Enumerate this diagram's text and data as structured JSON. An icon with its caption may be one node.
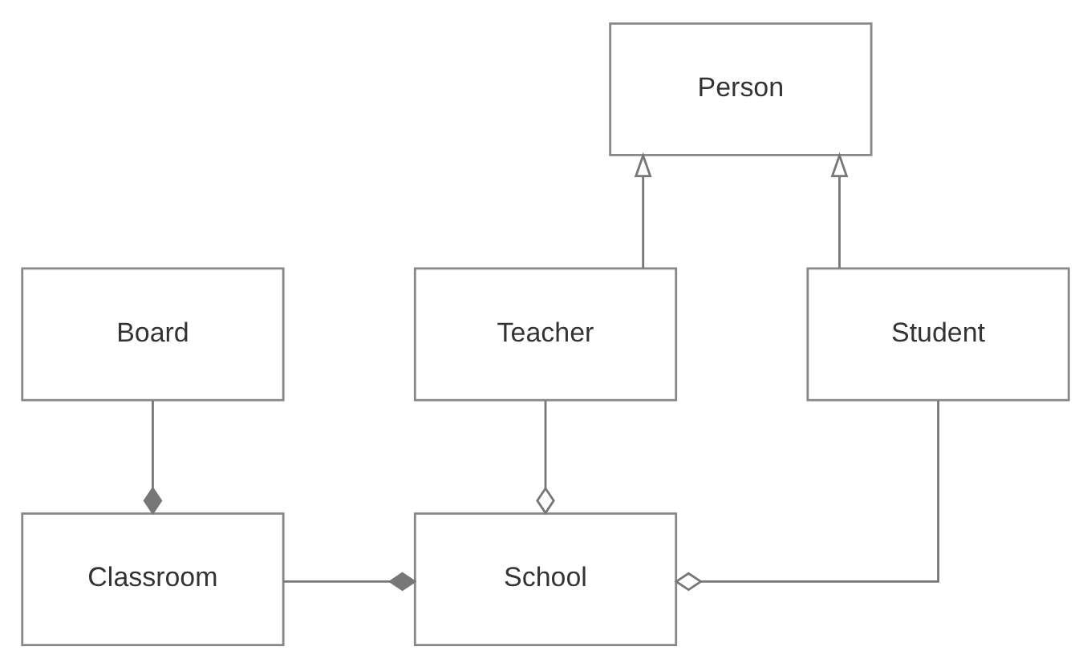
{
  "diagram": {
    "nodes": [
      {
        "text": [
          "Person"
        ]
      },
      {
        "text": [
          "Student"
        ]
      },
      {
        "text": [
          "Teacher"
        ]
      },
      {
        "text": [
          "Board"
        ]
      },
      {
        "text": [
          "School"
        ]
      },
      {
        "text": [
          "Classroom"
        ]
      }
    ],
    "edges": [
      {
        "from": 1,
        "to": 0,
        "arrow": "to"
      },
      {
        "from": 2,
        "to": 0,
        "arrow": "to"
      },
      {
        "from": 1,
        "to": 4,
        "arrow": "other"
      },
      {
        "from": 2,
        "to": 4,
        "arrow": "other"
      },
      {
        "from": 3,
        "to": 5,
        "arrow": "other"
      },
      {
        "from": 5,
        "to": 4,
        "arrow": "other"
      }
    ]
  }
}
